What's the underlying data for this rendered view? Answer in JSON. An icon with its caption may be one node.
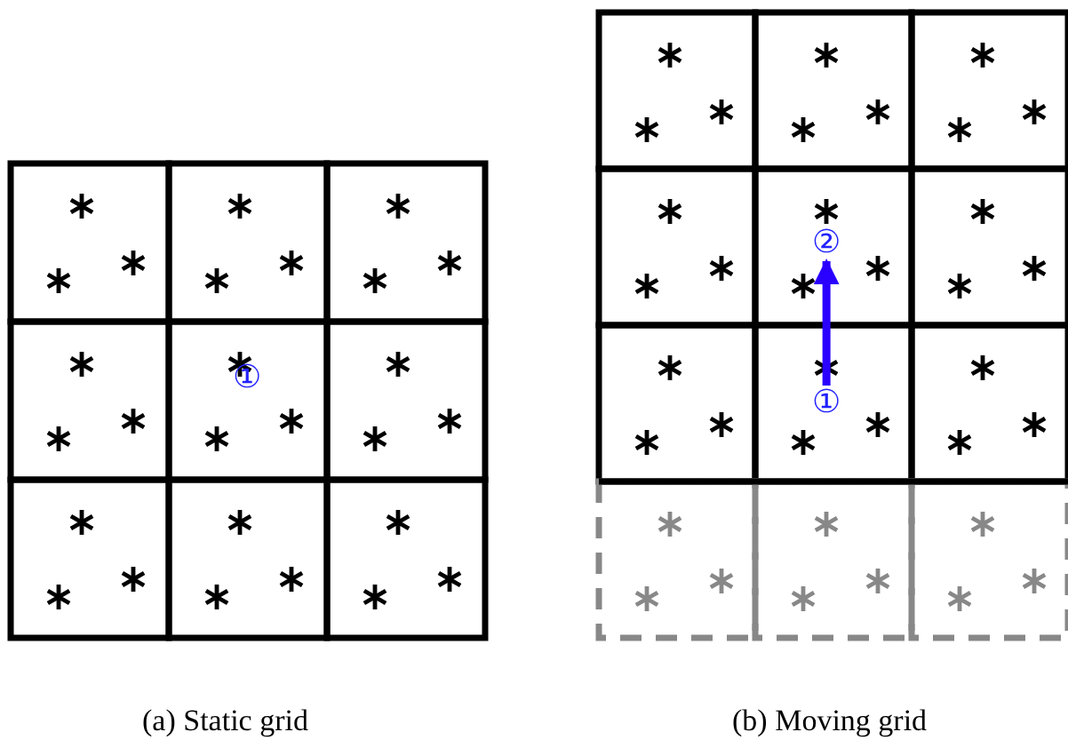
{
  "diagram": {
    "nodes": [
      {
        "text": [
          "①"
        ]
      },
      {
        "text": [
          "②"
        ]
      }
    ],
    "edges": [
      {
        "from": 0,
        "to": 1,
        "arrow": "to"
      }
    ],
    "labels": [
      "①",
      "(a) Static grid",
      "(b) Moving grid"
    ]
  }
}
